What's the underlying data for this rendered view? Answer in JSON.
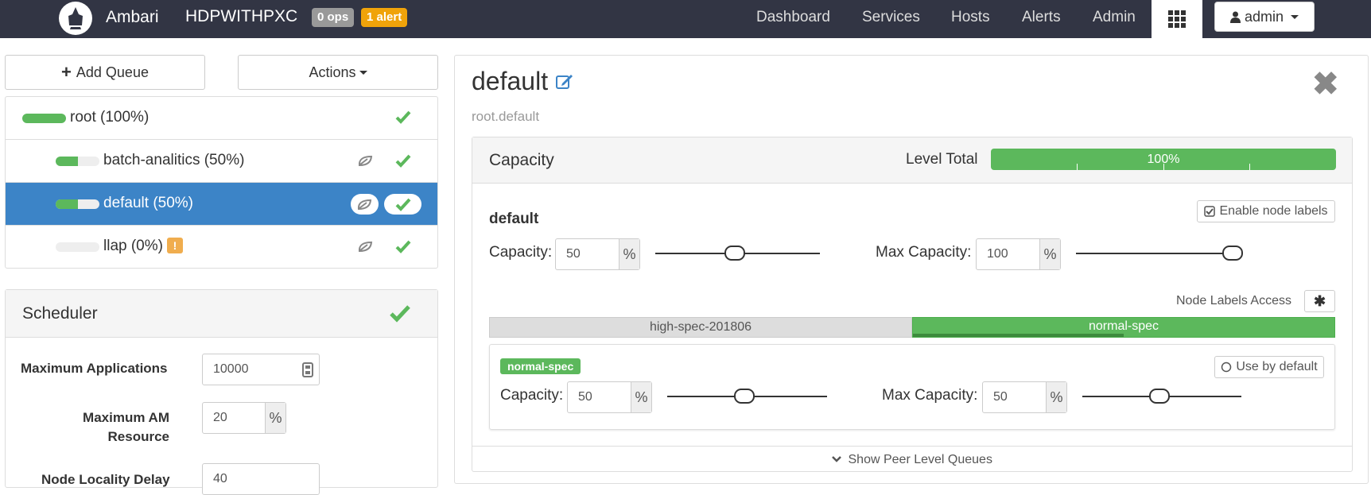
{
  "nav": {
    "brand": "Ambari",
    "cluster": "HDPWITHPXC",
    "ops_badge": "0 ops",
    "alert_badge": "1 alert",
    "items": [
      {
        "label": "Dashboard"
      },
      {
        "label": "Services"
      },
      {
        "label": "Hosts"
      },
      {
        "label": "Alerts"
      },
      {
        "label": "Admin"
      }
    ],
    "user": "admin"
  },
  "toolbar": {
    "add_queue": "Add Queue",
    "actions": "Actions"
  },
  "queues": [
    {
      "label": "root (100%)",
      "capacity": 100
    },
    {
      "label": "batch-analitics (50%)",
      "capacity": 50
    },
    {
      "label": "default (50%)",
      "capacity": 50
    },
    {
      "label": "llap (0%)",
      "capacity": 0,
      "warning": "!"
    }
  ],
  "scheduler": {
    "title": "Scheduler",
    "max_apps_label": "Maximum Applications",
    "max_apps_value": "10000",
    "max_am_label_1": "Maximum AM",
    "max_am_label_2": "Resource",
    "max_am_value": "20",
    "max_am_unit": "%",
    "locality_label": "Node Locality Delay",
    "locality_value": "40"
  },
  "queue_detail": {
    "title": "default",
    "path": "root.default",
    "capacity_section": "Capacity",
    "level_total_label": "Level Total",
    "level_total_value": "100%",
    "level_total_fraction": 1.0,
    "queue_name": "default",
    "enable_node_labels": "Enable node labels",
    "capacity_label": "Capacity:",
    "capacity_value": "50",
    "capacity_fraction": 0.5,
    "max_capacity_label": "Max Capacity:",
    "max_capacity_value": "100",
    "max_capacity_fraction": 1.0,
    "unit": "%",
    "node_labels_access": "Node Labels Access",
    "node_labels_access_btn": "✱",
    "label_tabs": [
      {
        "label": "high-spec-201806"
      },
      {
        "label": "normal-spec"
      }
    ],
    "label_detail": {
      "tag": "normal-spec",
      "use_by_default": "Use by default",
      "capacity_label": "Capacity:",
      "capacity_value": "50",
      "capacity_fraction": 0.5,
      "max_capacity_label": "Max Capacity:",
      "max_capacity_value": "50",
      "max_capacity_fraction": 0.5
    },
    "show_peer": "Show Peer Level Queues"
  },
  "colors": {
    "nav_bg": "#323544",
    "selected": "#3c84c7",
    "success": "#5cb85c",
    "warning": "#f0ad4e",
    "alert": "#f0a30a"
  }
}
